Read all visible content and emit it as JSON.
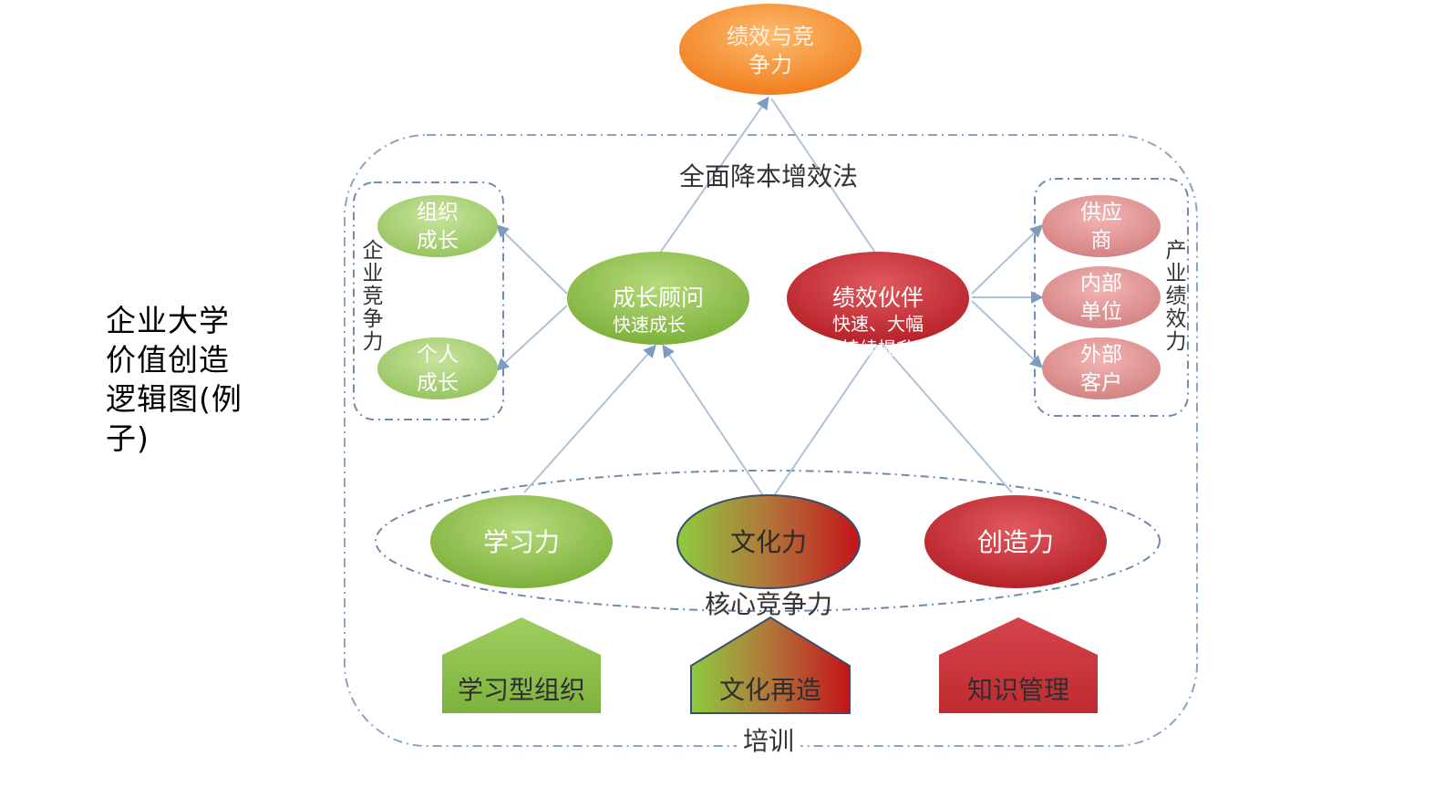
{
  "side_title": "企业大学\n价值创造\n逻辑图(例\n子)",
  "goal": {
    "line1": "绩效与竞",
    "line2": "争力"
  },
  "outer_label": "全面降本增效法",
  "left_group": {
    "label": "企业竞争力",
    "items": [
      {
        "line1": "组织",
        "line2": "成长"
      },
      {
        "line1": "个人",
        "line2": "成长"
      }
    ]
  },
  "right_group": {
    "label": "产业绩效力",
    "items": [
      {
        "line1": "供应",
        "line2": "商"
      },
      {
        "line1": "内部",
        "line2": "单位"
      },
      {
        "line1": "外部",
        "line2": "客户"
      }
    ]
  },
  "growth_advisor": {
    "title": "成长顾问",
    "subtitle": "快速成长"
  },
  "performance_partner": {
    "title": "绩效伙伴",
    "subtitle_line1": "快速、大幅",
    "subtitle_line2": "持续提升"
  },
  "core": {
    "label": "核心竞争力",
    "items": [
      "学习力",
      "文化力",
      "创造力"
    ]
  },
  "foundations": [
    "学习型组织",
    "文化再造",
    "知识管理"
  ],
  "bottom_label": "培训",
  "colors": {
    "orange": "#F5922F",
    "green": "#8DC24A",
    "red": "#C2262E",
    "pink": "#D98A8A",
    "dash": "#8AA4C2",
    "arrow": "#AFC2D8"
  }
}
